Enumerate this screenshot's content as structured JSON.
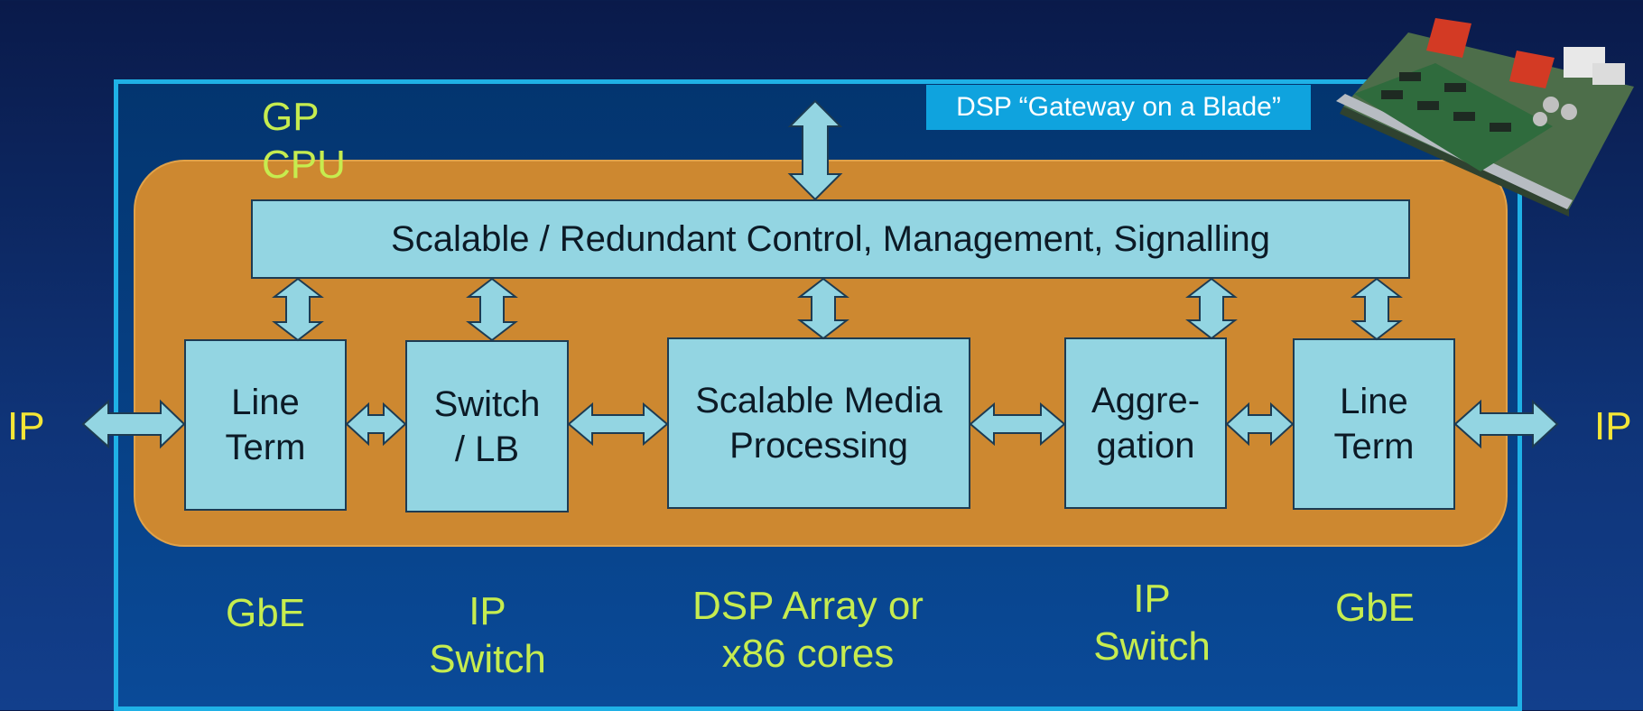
{
  "gp_cpu_label": "GP CPU",
  "dsp_tag": "DSP “Gateway on a Blade”",
  "control_bar": "Scalable / Redundant Control, Management, Signalling",
  "boxes": {
    "line_term_left": "Line\nTerm",
    "switch_lb": "Switch\n/ LB",
    "media": "Scalable Media\nProcessing",
    "aggregation": "Aggre-\ngation",
    "line_term_right": "Line\nTerm"
  },
  "bottom_labels": {
    "gbe_left": "GbE",
    "ip_switch_left": "IP\nSwitch",
    "dsp_array": "DSP Array or\nx86 cores",
    "ip_switch_right": "IP\nSwitch",
    "gbe_right": "GbE"
  },
  "ip_left": "IP",
  "ip_right": "IP",
  "colors": {
    "background": "#0f3478",
    "frame": "#1fb1e6",
    "panel": "#cd8830",
    "box": "#93d5e2",
    "label_green": "#c6ec4f",
    "label_yellow": "#f4e636",
    "tag": "#0fa3de"
  },
  "icons": [
    "double-arrow-icon",
    "blade-board-image"
  ]
}
